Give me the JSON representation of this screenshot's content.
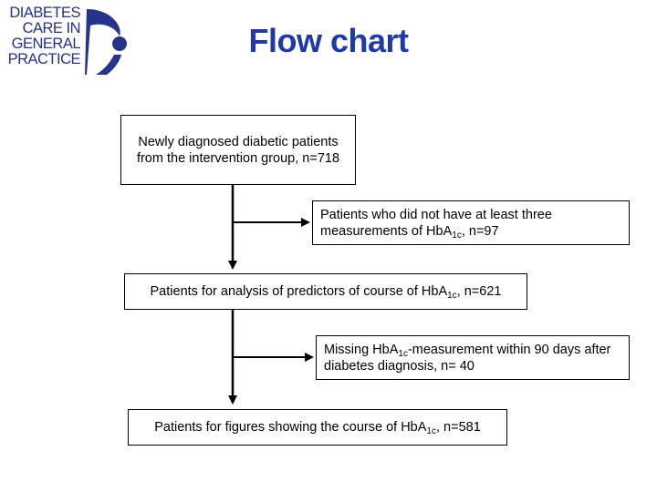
{
  "logo": {
    "lines": [
      "DIABETES",
      "CARE IN",
      "GENERAL",
      "PRACTICE"
    ],
    "brand_color": "#26338a"
  },
  "title": "Flow chart",
  "title_color": "#1f3aa8",
  "boxes": {
    "start": {
      "text": "Newly diagnosed diabetic patients from the intervention group, n=718"
    },
    "excluded1": {
      "pre": "Patients who did not have at least three measurements of HbA",
      "sub": "1c",
      "post": ", n=97"
    },
    "analysis": {
      "pre": "Patients for analysis of predictors of course of HbA",
      "sub": "1c",
      "post": ", n=621"
    },
    "excluded2": {
      "pre": "Missing HbA",
      "sub": "1c",
      "post": "-measurement within 90 days after diabetes diagnosis, n= 40"
    },
    "final": {
      "pre": "Patients for figures showing the course of HbA",
      "sub": "1c",
      "post": ", n=581"
    }
  }
}
